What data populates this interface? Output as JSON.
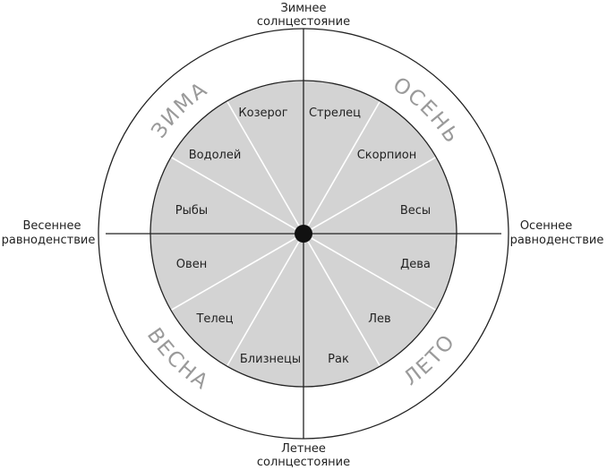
{
  "title_points": {
    "top": [
      "Зимнее",
      "солнцестояние"
    ],
    "bottom": [
      "Летнее",
      "солнцестояние"
    ],
    "left": [
      "Весеннее",
      "равноденствие"
    ],
    "right": [
      "Осеннее",
      "равноденствие"
    ]
  },
  "seasons": {
    "winter": "ЗИМА",
    "autumn": "ОСЕНЬ",
    "spring": "ВЕСНА",
    "summer": "ЛЕТО"
  },
  "signs": {
    "capricorn": "Козерог",
    "sagittarius": "Стрелец",
    "aquarius": "Водолей",
    "scorpio": "Скорпион",
    "pisces": "Рыбы",
    "libra": "Весы",
    "aries": "Овен",
    "virgo": "Дева",
    "taurus": "Телец",
    "leo": "Лев",
    "gemini": "Близнецы",
    "cancer": "Рак"
  },
  "colors": {
    "disc": "#d3d3d3",
    "season_text": "#9a9a9a",
    "line": "#222222"
  }
}
